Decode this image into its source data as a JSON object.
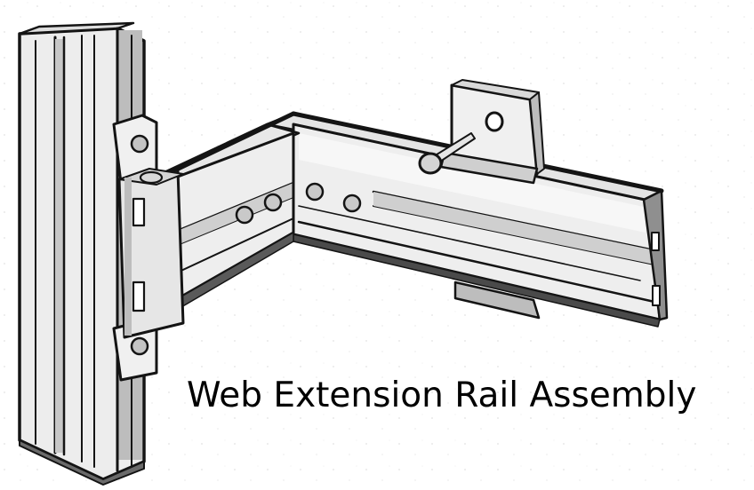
{
  "caption": "Web Extension Rail Assembly",
  "colors": {
    "background": "#ffffff",
    "ink": "#141414",
    "face_light": "#f1f1f1",
    "face_mid": "#dcdcdc",
    "face_shade": "#bdbdbd",
    "face_dark": "#8f8f8f"
  },
  "components": {
    "upright_post": "vertical-extrusion",
    "mount_bracket": "bolted-mounting-plate",
    "short_rail": "left-extension-rail",
    "long_rail": "right-extension-rail",
    "angle_bracket": "end-bracket-with-hole",
    "locking_pin": "rod-with-knob"
  }
}
